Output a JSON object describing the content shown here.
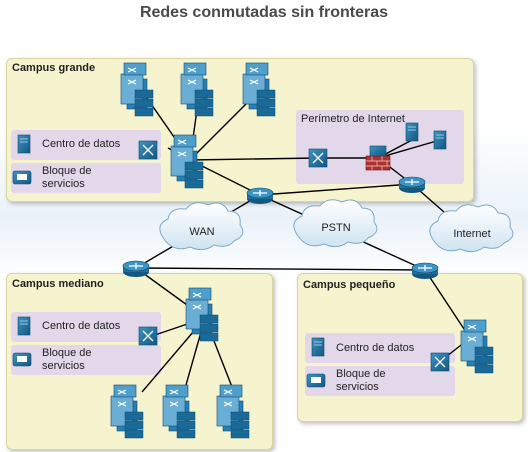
{
  "title": "Redes conmutadas sin fronteras",
  "campus_grande": {
    "label": "Campus grande",
    "datacenter": "Centro de datos",
    "services": [
      "Bloque de",
      "servicios"
    ],
    "perimeter": "Perímetro de Internet"
  },
  "campus_mediano": {
    "label": "Campus mediano",
    "datacenter": "Centro de datos",
    "services": [
      "Bloque de",
      "servicios"
    ]
  },
  "campus_pequeno": {
    "label": "Campus pequeño",
    "datacenter": "Centro de datos",
    "services": [
      "Bloque de",
      "servicios"
    ]
  },
  "clouds": {
    "wan": "WAN",
    "pstn": "PSTN",
    "internet": "Internet"
  },
  "colors": {
    "campus_fill": "#f6f3cf",
    "sub_fill": "#e3d8ea",
    "device_blue": "#1f6f9f",
    "link": "#000000"
  }
}
